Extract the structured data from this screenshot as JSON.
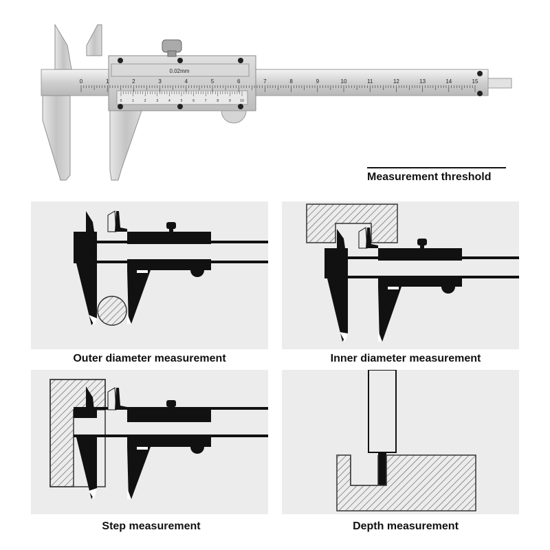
{
  "caliper": {
    "vernier_label": "0.02mm",
    "main_scale_numbers": [
      "0",
      "1",
      "2",
      "3",
      "4",
      "5",
      "6",
      "7",
      "8",
      "9",
      "10",
      "11",
      "12",
      "13",
      "14",
      "15"
    ],
    "vernier_numbers": [
      "0",
      "1",
      "2",
      "3",
      "4",
      "5",
      "6",
      "7",
      "8",
      "9",
      "10"
    ]
  },
  "threshold": {
    "label": "Measurement threshold"
  },
  "panels": [
    {
      "id": "outer",
      "caption": "Outer diameter measurement"
    },
    {
      "id": "inner",
      "caption": "Inner diameter measurement"
    },
    {
      "id": "step",
      "caption": "Step measurement"
    },
    {
      "id": "depth",
      "caption": "Depth measurement"
    }
  ]
}
